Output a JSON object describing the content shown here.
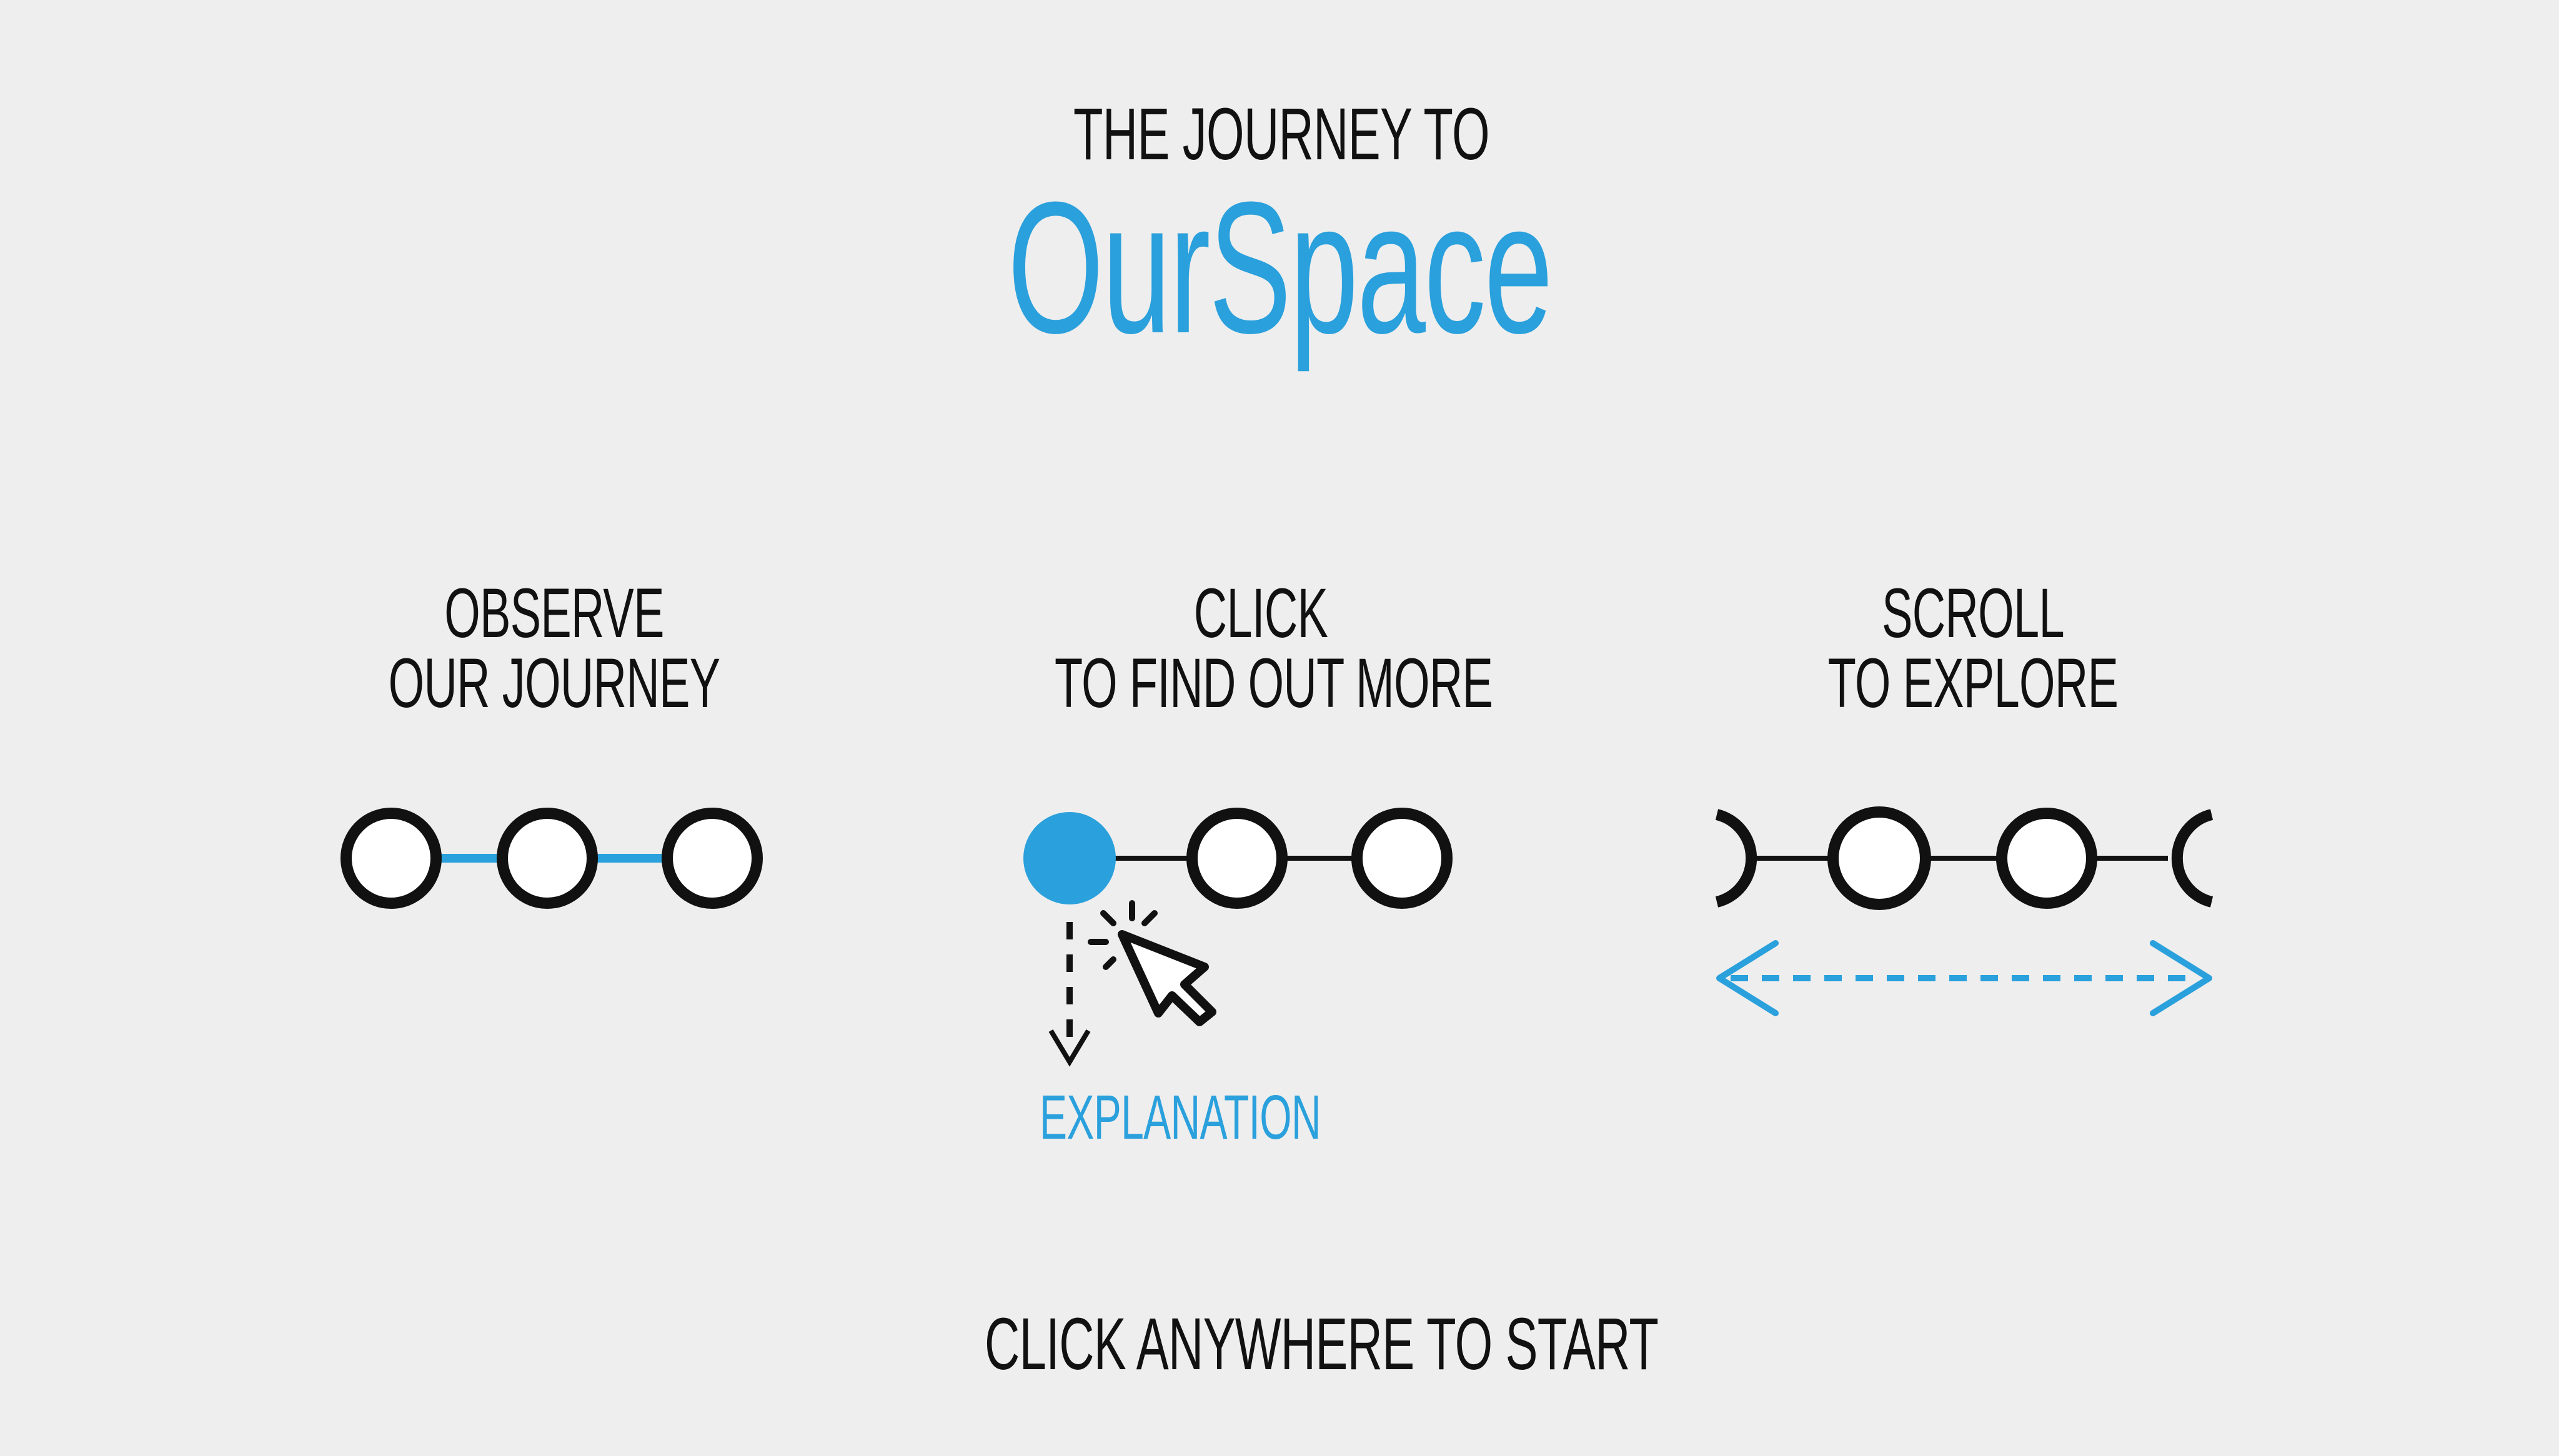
{
  "header": {
    "kicker": "THE JOURNEY TO",
    "brand": "OurSpace"
  },
  "instructions": [
    {
      "id": "observe",
      "line1": "OBSERVE",
      "line2": "OUR JOURNEY"
    },
    {
      "id": "click",
      "line1": "CLICK",
      "line2": "TO FIND OUT MORE"
    },
    {
      "id": "scroll",
      "line1": "SCROLL",
      "line2": "TO EXPLORE"
    }
  ],
  "click_demo": {
    "explanation_label": "EXPLANATION",
    "icons": [
      "filled-node-icon",
      "pointer-cursor-icon",
      "dashed-down-arrow-icon"
    ]
  },
  "scroll_demo": {
    "icons": [
      "timeline-nodes-icon",
      "double-arrow-icon"
    ]
  },
  "footer": {
    "cta": "CLICK ANYWHERE TO START"
  },
  "colors": {
    "background": "#eeeeee",
    "accent": "#2aa0dc",
    "ink": "#111111"
  }
}
